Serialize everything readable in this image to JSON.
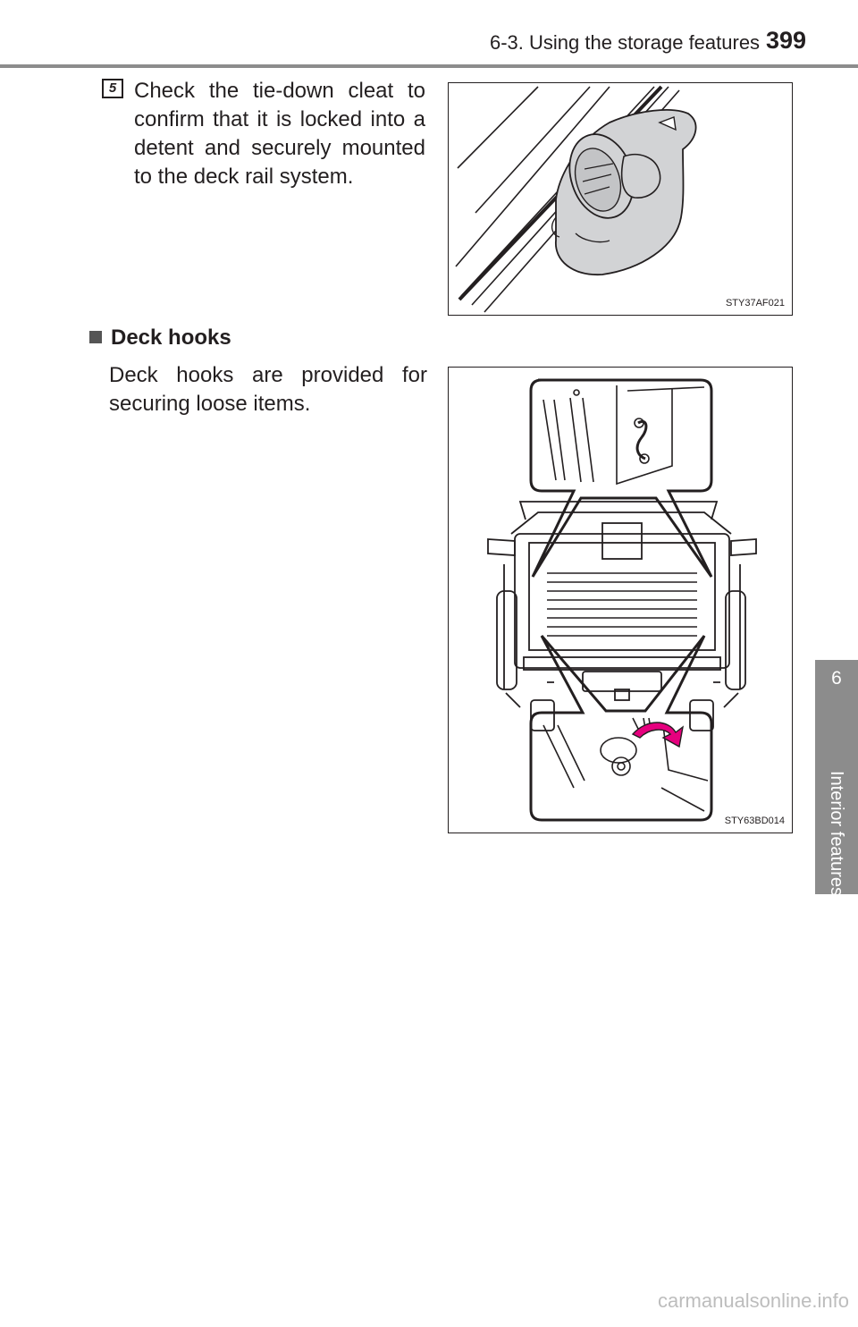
{
  "header": {
    "section_title": "6-3. Using the storage features",
    "page_number": "399"
  },
  "side_tab": {
    "chapter_number": "6",
    "chapter_title": "Interior features"
  },
  "step": {
    "number": "5",
    "text": "Check the tie-down cleat to confirm that it is locked into a detent and securely mounted to the deck rail system."
  },
  "figures": [
    {
      "code": "STY37AF021"
    },
    {
      "code": "STY63BD014"
    }
  ],
  "deck_hooks": {
    "heading": "Deck hooks",
    "text": "Deck hooks are provided for securing loose items."
  },
  "watermark": "carmanualsonline.info"
}
